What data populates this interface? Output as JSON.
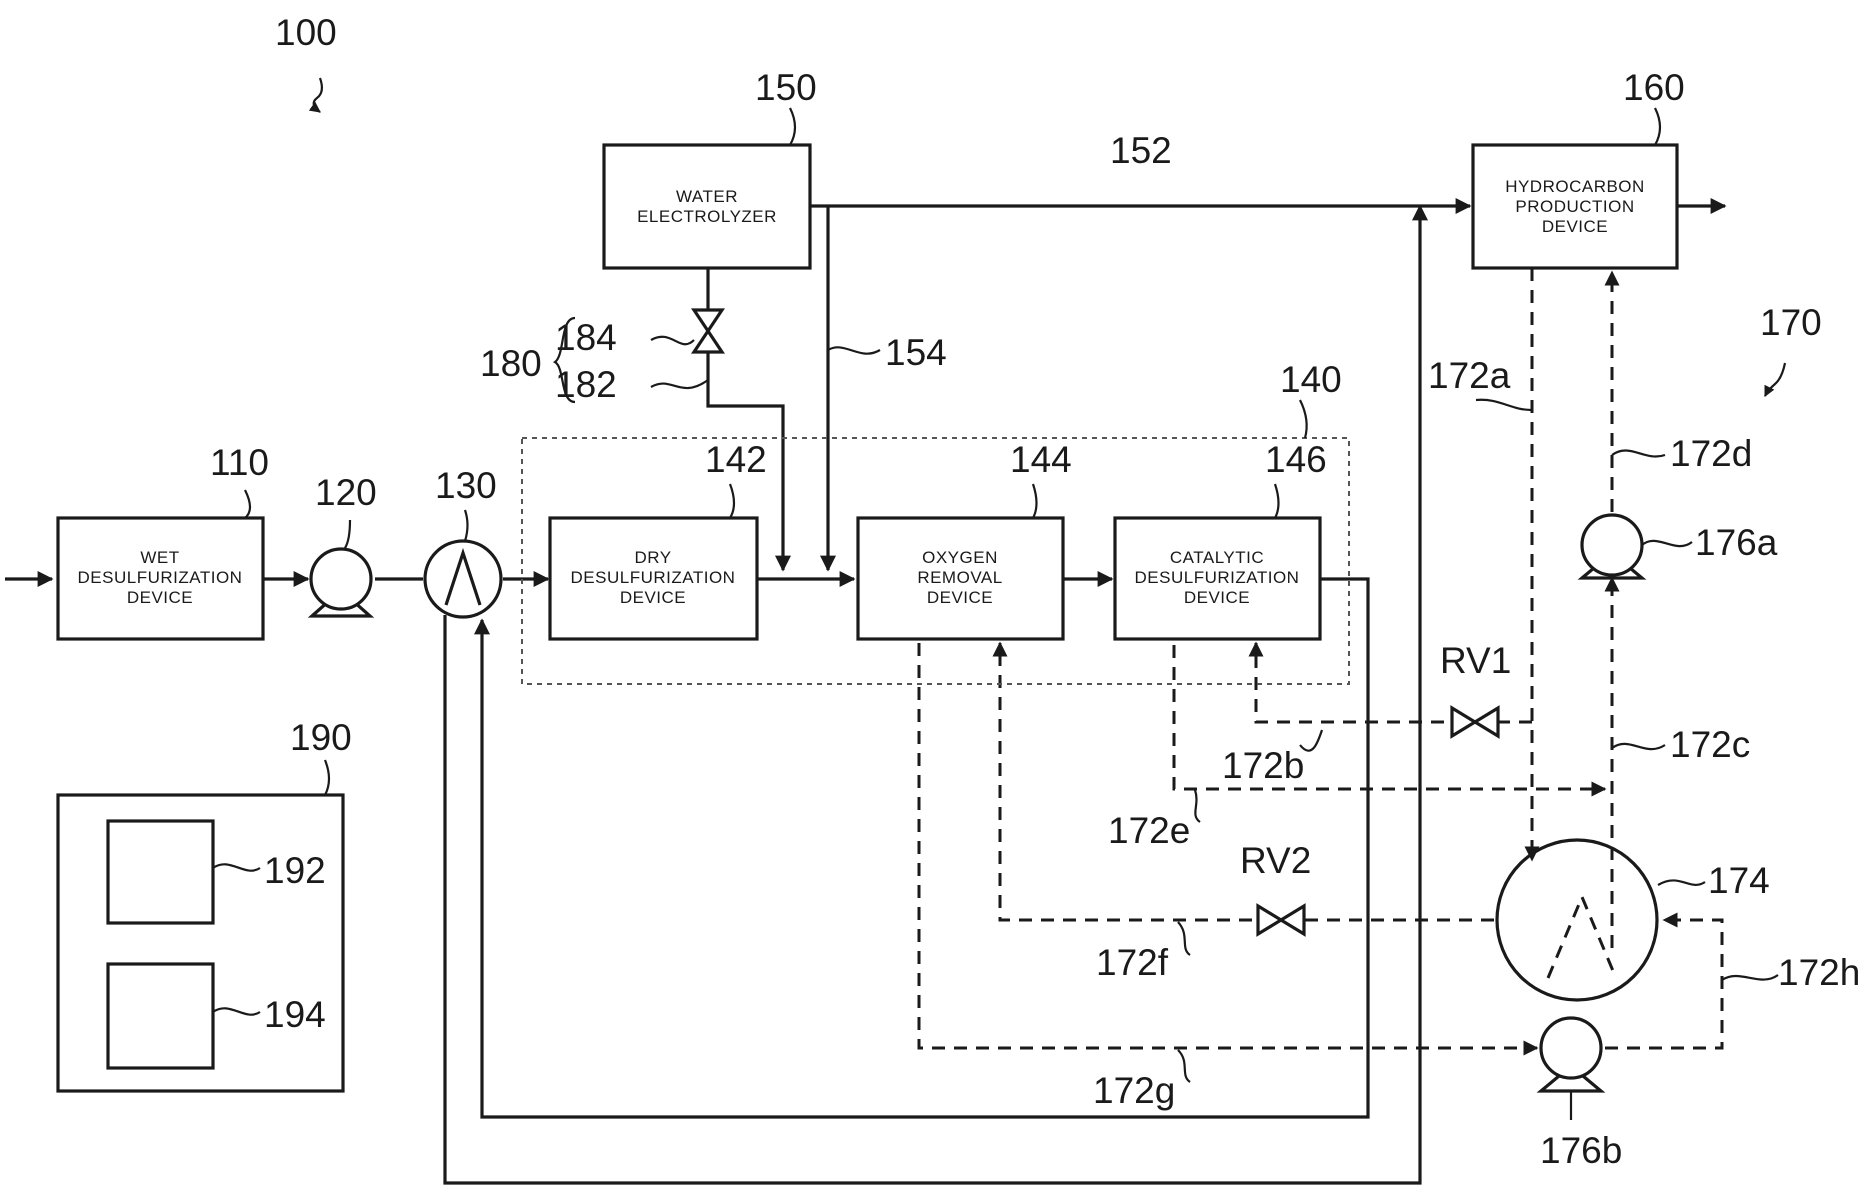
{
  "figure": {
    "system_ref": "100",
    "blocks": {
      "wet": {
        "ref": "110",
        "lines": [
          "WET",
          "DESULFURIZATION",
          "DEVICE"
        ]
      },
      "dry": {
        "ref": "142",
        "lines": [
          "DRY",
          "DESULFURIZATION",
          "DEVICE"
        ]
      },
      "oxygen": {
        "ref": "144",
        "lines": [
          "OXYGEN",
          "REMOVAL",
          "DEVICE"
        ]
      },
      "catalytic": {
        "ref": "146",
        "lines": [
          "CATALYTIC",
          "DESULFURIZATION",
          "DEVICE"
        ]
      },
      "electrolyzer": {
        "ref": "150",
        "lines": [
          "WATER",
          "ELECTROLYZER"
        ]
      },
      "hydrocarbon": {
        "ref": "160",
        "lines": [
          "HYDROCARBON",
          "PRODUCTION",
          "DEVICE"
        ]
      }
    },
    "group_ref": "140",
    "compressor_ref": "120",
    "heat_exchanger_ref": "130",
    "line_152": "152",
    "line_154": "154",
    "valve_group_ref": "180",
    "valve_ref": "184",
    "valve_line_ref": "182",
    "circuit_ref": "170",
    "lines": {
      "a": "172a",
      "b": "172b",
      "c": "172c",
      "d": "172d",
      "e": "172e",
      "f": "172f",
      "g": "172g",
      "h": "172h"
    },
    "relief_valve_1": "RV1",
    "relief_valve_2": "RV2",
    "heater_ref": "174",
    "pump_a_ref": "176a",
    "pump_b_ref": "176b",
    "controller_ref": "190",
    "controller_unit_1": "192",
    "controller_unit_2": "194"
  }
}
